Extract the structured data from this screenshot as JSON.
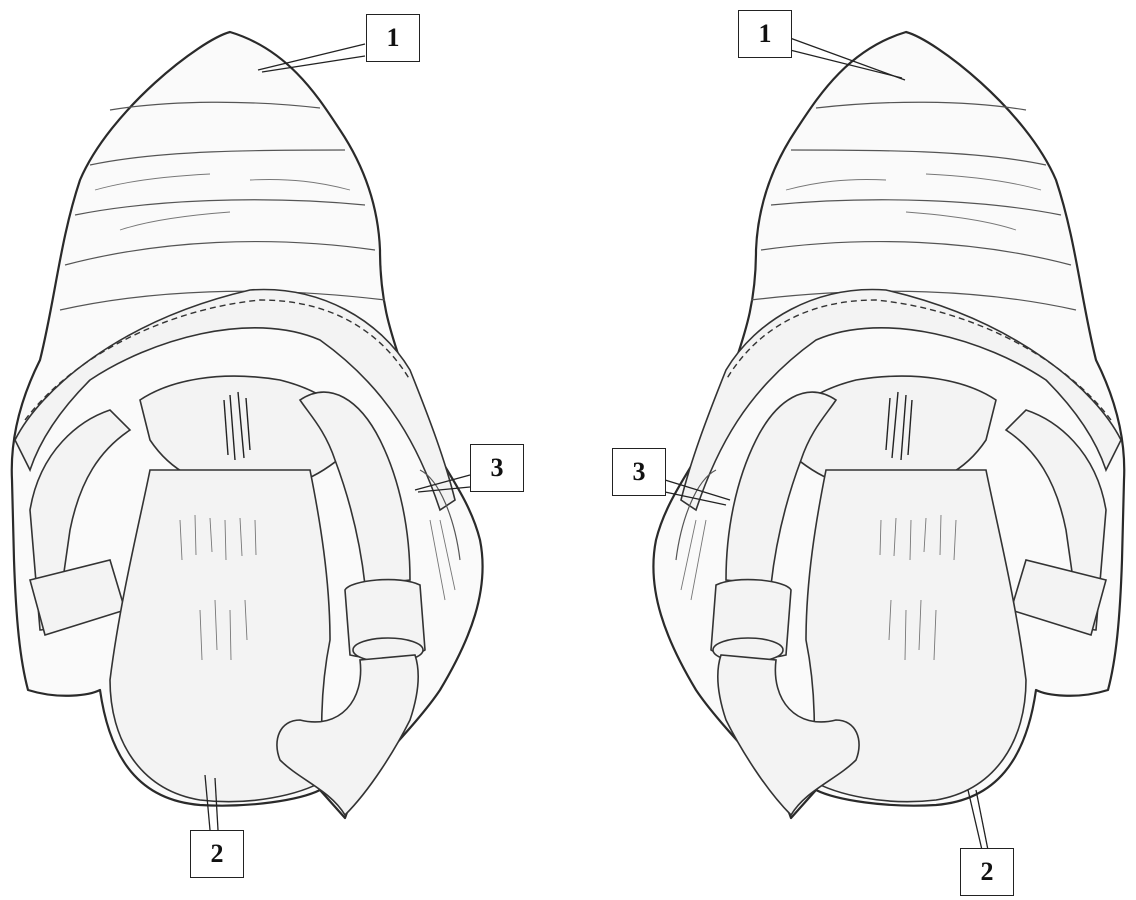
{
  "figure": {
    "panels": [
      {
        "id": "left",
        "labels": [
          {
            "key": "upper-part",
            "text": "1"
          },
          {
            "key": "lower-part",
            "text": "2"
          },
          {
            "key": "tube",
            "text": "3"
          }
        ]
      },
      {
        "id": "right",
        "labels": [
          {
            "key": "upper-part",
            "text": "1"
          },
          {
            "key": "lower-part",
            "text": "2"
          },
          {
            "key": "tube",
            "text": "3"
          }
        ]
      }
    ]
  }
}
